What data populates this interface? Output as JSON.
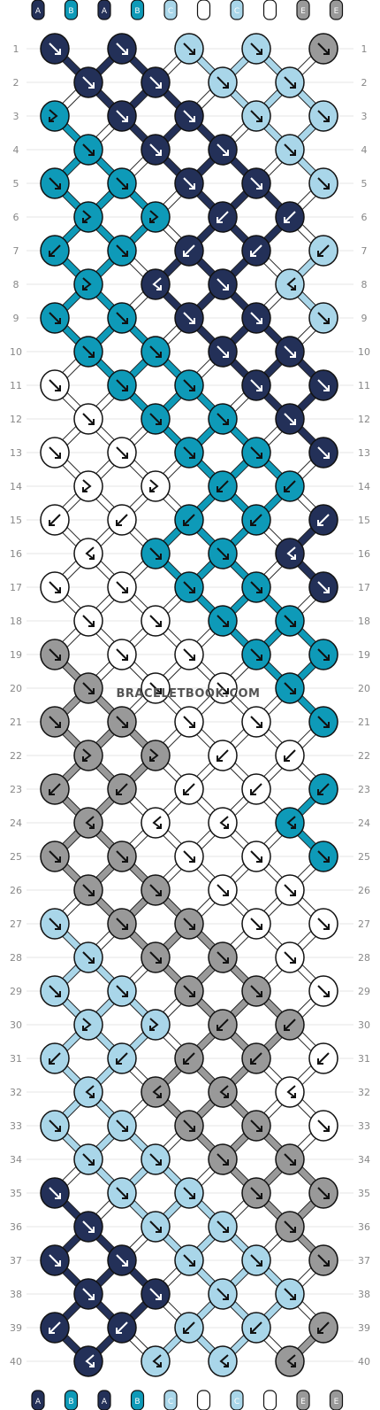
{
  "watermark": "BRACELETBOOK.COM",
  "colors": {
    "A": "#233058",
    "B": "#0e9ab8",
    "C": "#a9d6e9",
    "D": "#ffffff",
    "E": "#999999"
  },
  "columns_top": [
    "A",
    "B",
    "A",
    "B",
    "C",
    "D",
    "C",
    "D",
    "E",
    "E"
  ],
  "columns_bottom": [
    "A",
    "B",
    "A",
    "B",
    "C",
    "D",
    "C",
    "D",
    "E",
    "E"
  ],
  "rows": 40,
  "knots": [
    {
      "r": 1,
      "pos": 0,
      "c": "A",
      "d": "f"
    },
    {
      "r": 1,
      "pos": 2,
      "c": "A",
      "d": "f"
    },
    {
      "r": 1,
      "pos": 4,
      "c": "C",
      "d": "f"
    },
    {
      "r": 1,
      "pos": 6,
      "c": "C",
      "d": "f"
    },
    {
      "r": 1,
      "pos": 8,
      "c": "E",
      "d": "f"
    },
    {
      "r": 2,
      "pos": 1,
      "c": "A",
      "d": "f"
    },
    {
      "r": 2,
      "pos": 3,
      "c": "A",
      "d": "f"
    },
    {
      "r": 2,
      "pos": 5,
      "c": "C",
      "d": "f"
    },
    {
      "r": 2,
      "pos": 7,
      "c": "C",
      "d": "f"
    },
    {
      "r": 3,
      "pos": 0,
      "c": "B",
      "d": "fb"
    },
    {
      "r": 3,
      "pos": 2,
      "c": "A",
      "d": "f"
    },
    {
      "r": 3,
      "pos": 4,
      "c": "A",
      "d": "f"
    },
    {
      "r": 3,
      "pos": 6,
      "c": "C",
      "d": "f"
    },
    {
      "r": 3,
      "pos": 8,
      "c": "C",
      "d": "f"
    },
    {
      "r": 4,
      "pos": 1,
      "c": "B",
      "d": "f"
    },
    {
      "r": 4,
      "pos": 3,
      "c": "A",
      "d": "f"
    },
    {
      "r": 4,
      "pos": 5,
      "c": "A",
      "d": "f"
    },
    {
      "r": 4,
      "pos": 7,
      "c": "C",
      "d": "f"
    },
    {
      "r": 5,
      "pos": 0,
      "c": "B",
      "d": "f"
    },
    {
      "r": 5,
      "pos": 2,
      "c": "B",
      "d": "f"
    },
    {
      "r": 5,
      "pos": 4,
      "c": "A",
      "d": "f"
    },
    {
      "r": 5,
      "pos": 6,
      "c": "A",
      "d": "f"
    },
    {
      "r": 5,
      "pos": 8,
      "c": "C",
      "d": "f"
    },
    {
      "r": 6,
      "pos": 1,
      "c": "B",
      "d": "fb"
    },
    {
      "r": 6,
      "pos": 3,
      "c": "B",
      "d": "fb"
    },
    {
      "r": 6,
      "pos": 5,
      "c": "A",
      "d": "b"
    },
    {
      "r": 6,
      "pos": 7,
      "c": "A",
      "d": "b"
    },
    {
      "r": 7,
      "pos": 0,
      "c": "B",
      "d": "b"
    },
    {
      "r": 7,
      "pos": 2,
      "c": "B",
      "d": "f"
    },
    {
      "r": 7,
      "pos": 4,
      "c": "A",
      "d": "b"
    },
    {
      "r": 7,
      "pos": 6,
      "c": "A",
      "d": "b"
    },
    {
      "r": 7,
      "pos": 8,
      "c": "C",
      "d": "b"
    },
    {
      "r": 8,
      "pos": 1,
      "c": "B",
      "d": "fb"
    },
    {
      "r": 8,
      "pos": 3,
      "c": "A",
      "d": "bf"
    },
    {
      "r": 8,
      "pos": 5,
      "c": "A",
      "d": "f"
    },
    {
      "r": 8,
      "pos": 7,
      "c": "C",
      "d": "bf"
    },
    {
      "r": 9,
      "pos": 0,
      "c": "B",
      "d": "f"
    },
    {
      "r": 9,
      "pos": 2,
      "c": "B",
      "d": "f"
    },
    {
      "r": 9,
      "pos": 4,
      "c": "A",
      "d": "f"
    },
    {
      "r": 9,
      "pos": 6,
      "c": "A",
      "d": "f"
    },
    {
      "r": 9,
      "pos": 8,
      "c": "C",
      "d": "f"
    },
    {
      "r": 10,
      "pos": 1,
      "c": "B",
      "d": "f"
    },
    {
      "r": 10,
      "pos": 3,
      "c": "B",
      "d": "f"
    },
    {
      "r": 10,
      "pos": 5,
      "c": "A",
      "d": "f"
    },
    {
      "r": 10,
      "pos": 7,
      "c": "A",
      "d": "f"
    },
    {
      "r": 11,
      "pos": 0,
      "c": "D",
      "d": "f"
    },
    {
      "r": 11,
      "pos": 2,
      "c": "B",
      "d": "f"
    },
    {
      "r": 11,
      "pos": 4,
      "c": "B",
      "d": "f"
    },
    {
      "r": 11,
      "pos": 6,
      "c": "A",
      "d": "f"
    },
    {
      "r": 11,
      "pos": 8,
      "c": "A",
      "d": "f"
    },
    {
      "r": 12,
      "pos": 1,
      "c": "D",
      "d": "f"
    },
    {
      "r": 12,
      "pos": 3,
      "c": "B",
      "d": "f"
    },
    {
      "r": 12,
      "pos": 5,
      "c": "B",
      "d": "f"
    },
    {
      "r": 12,
      "pos": 7,
      "c": "A",
      "d": "f"
    },
    {
      "r": 13,
      "pos": 0,
      "c": "D",
      "d": "f"
    },
    {
      "r": 13,
      "pos": 2,
      "c": "D",
      "d": "f"
    },
    {
      "r": 13,
      "pos": 4,
      "c": "B",
      "d": "f"
    },
    {
      "r": 13,
      "pos": 6,
      "c": "B",
      "d": "f"
    },
    {
      "r": 13,
      "pos": 8,
      "c": "A",
      "d": "f"
    },
    {
      "r": 14,
      "pos": 1,
      "c": "D",
      "d": "fb"
    },
    {
      "r": 14,
      "pos": 3,
      "c": "D",
      "d": "fb"
    },
    {
      "r": 14,
      "pos": 5,
      "c": "B",
      "d": "b"
    },
    {
      "r": 14,
      "pos": 7,
      "c": "B",
      "d": "b"
    },
    {
      "r": 15,
      "pos": 0,
      "c": "D",
      "d": "b"
    },
    {
      "r": 15,
      "pos": 2,
      "c": "D",
      "d": "b"
    },
    {
      "r": 15,
      "pos": 4,
      "c": "B",
      "d": "b"
    },
    {
      "r": 15,
      "pos": 6,
      "c": "B",
      "d": "b"
    },
    {
      "r": 15,
      "pos": 8,
      "c": "A",
      "d": "b"
    },
    {
      "r": 16,
      "pos": 1,
      "c": "D",
      "d": "bf"
    },
    {
      "r": 16,
      "pos": 3,
      "c": "B",
      "d": "f"
    },
    {
      "r": 16,
      "pos": 5,
      "c": "B",
      "d": "f"
    },
    {
      "r": 16,
      "pos": 7,
      "c": "A",
      "d": "bf"
    },
    {
      "r": 17,
      "pos": 0,
      "c": "D",
      "d": "f"
    },
    {
      "r": 17,
      "pos": 2,
      "c": "D",
      "d": "f"
    },
    {
      "r": 17,
      "pos": 4,
      "c": "B",
      "d": "f"
    },
    {
      "r": 17,
      "pos": 6,
      "c": "B",
      "d": "f"
    },
    {
      "r": 17,
      "pos": 8,
      "c": "A",
      "d": "f"
    },
    {
      "r": 18,
      "pos": 1,
      "c": "D",
      "d": "f"
    },
    {
      "r": 18,
      "pos": 3,
      "c": "D",
      "d": "f"
    },
    {
      "r": 18,
      "pos": 5,
      "c": "B",
      "d": "f"
    },
    {
      "r": 18,
      "pos": 7,
      "c": "B",
      "d": "f"
    },
    {
      "r": 19,
      "pos": 0,
      "c": "E",
      "d": "f"
    },
    {
      "r": 19,
      "pos": 2,
      "c": "D",
      "d": "f"
    },
    {
      "r": 19,
      "pos": 4,
      "c": "D",
      "d": "f"
    },
    {
      "r": 19,
      "pos": 6,
      "c": "B",
      "d": "f"
    },
    {
      "r": 19,
      "pos": 8,
      "c": "B",
      "d": "f"
    },
    {
      "r": 20,
      "pos": 1,
      "c": "E",
      "d": "f"
    },
    {
      "r": 20,
      "pos": 3,
      "c": "D",
      "d": "f"
    },
    {
      "r": 20,
      "pos": 5,
      "c": "D",
      "d": "f"
    },
    {
      "r": 20,
      "pos": 7,
      "c": "B",
      "d": "f"
    },
    {
      "r": 21,
      "pos": 0,
      "c": "E",
      "d": "f"
    },
    {
      "r": 21,
      "pos": 2,
      "c": "E",
      "d": "f"
    },
    {
      "r": 21,
      "pos": 4,
      "c": "D",
      "d": "f"
    },
    {
      "r": 21,
      "pos": 6,
      "c": "D",
      "d": "f"
    },
    {
      "r": 21,
      "pos": 8,
      "c": "B",
      "d": "f"
    },
    {
      "r": 22,
      "pos": 1,
      "c": "E",
      "d": "fb"
    },
    {
      "r": 22,
      "pos": 3,
      "c": "E",
      "d": "fb"
    },
    {
      "r": 22,
      "pos": 5,
      "c": "D",
      "d": "b"
    },
    {
      "r": 22,
      "pos": 7,
      "c": "D",
      "d": "b"
    },
    {
      "r": 23,
      "pos": 0,
      "c": "E",
      "d": "b"
    },
    {
      "r": 23,
      "pos": 2,
      "c": "E",
      "d": "b"
    },
    {
      "r": 23,
      "pos": 4,
      "c": "D",
      "d": "b"
    },
    {
      "r": 23,
      "pos": 6,
      "c": "D",
      "d": "b"
    },
    {
      "r": 23,
      "pos": 8,
      "c": "B",
      "d": "b"
    },
    {
      "r": 24,
      "pos": 1,
      "c": "E",
      "d": "bf"
    },
    {
      "r": 24,
      "pos": 3,
      "c": "D",
      "d": "bf"
    },
    {
      "r": 24,
      "pos": 5,
      "c": "D",
      "d": "bf"
    },
    {
      "r": 24,
      "pos": 7,
      "c": "B",
      "d": "bf"
    },
    {
      "r": 25,
      "pos": 0,
      "c": "E",
      "d": "f"
    },
    {
      "r": 25,
      "pos": 2,
      "c": "E",
      "d": "f"
    },
    {
      "r": 25,
      "pos": 4,
      "c": "D",
      "d": "f"
    },
    {
      "r": 25,
      "pos": 6,
      "c": "D",
      "d": "f"
    },
    {
      "r": 25,
      "pos": 8,
      "c": "B",
      "d": "f"
    },
    {
      "r": 26,
      "pos": 1,
      "c": "E",
      "d": "f"
    },
    {
      "r": 26,
      "pos": 3,
      "c": "E",
      "d": "f"
    },
    {
      "r": 26,
      "pos": 5,
      "c": "D",
      "d": "f"
    },
    {
      "r": 26,
      "pos": 7,
      "c": "D",
      "d": "f"
    },
    {
      "r": 27,
      "pos": 0,
      "c": "C",
      "d": "f"
    },
    {
      "r": 27,
      "pos": 2,
      "c": "E",
      "d": "f"
    },
    {
      "r": 27,
      "pos": 4,
      "c": "E",
      "d": "f"
    },
    {
      "r": 27,
      "pos": 6,
      "c": "D",
      "d": "f"
    },
    {
      "r": 27,
      "pos": 8,
      "c": "D",
      "d": "f"
    },
    {
      "r": 28,
      "pos": 1,
      "c": "C",
      "d": "f"
    },
    {
      "r": 28,
      "pos": 3,
      "c": "E",
      "d": "f"
    },
    {
      "r": 28,
      "pos": 5,
      "c": "E",
      "d": "f"
    },
    {
      "r": 28,
      "pos": 7,
      "c": "D",
      "d": "f"
    },
    {
      "r": 29,
      "pos": 0,
      "c": "C",
      "d": "f"
    },
    {
      "r": 29,
      "pos": 2,
      "c": "C",
      "d": "f"
    },
    {
      "r": 29,
      "pos": 4,
      "c": "E",
      "d": "f"
    },
    {
      "r": 29,
      "pos": 6,
      "c": "E",
      "d": "f"
    },
    {
      "r": 29,
      "pos": 8,
      "c": "D",
      "d": "f"
    },
    {
      "r": 30,
      "pos": 1,
      "c": "C",
      "d": "fb"
    },
    {
      "r": 30,
      "pos": 3,
      "c": "C",
      "d": "fb"
    },
    {
      "r": 30,
      "pos": 5,
      "c": "E",
      "d": "b"
    },
    {
      "r": 30,
      "pos": 7,
      "c": "E",
      "d": "b"
    },
    {
      "r": 31,
      "pos": 0,
      "c": "C",
      "d": "b"
    },
    {
      "r": 31,
      "pos": 2,
      "c": "C",
      "d": "b"
    },
    {
      "r": 31,
      "pos": 4,
      "c": "E",
      "d": "b"
    },
    {
      "r": 31,
      "pos": 6,
      "c": "E",
      "d": "b"
    },
    {
      "r": 31,
      "pos": 8,
      "c": "D",
      "d": "b"
    },
    {
      "r": 32,
      "pos": 1,
      "c": "C",
      "d": "bf"
    },
    {
      "r": 32,
      "pos": 3,
      "c": "E",
      "d": "bf"
    },
    {
      "r": 32,
      "pos": 5,
      "c": "E",
      "d": "bf"
    },
    {
      "r": 32,
      "pos": 7,
      "c": "D",
      "d": "bf"
    },
    {
      "r": 33,
      "pos": 0,
      "c": "C",
      "d": "f"
    },
    {
      "r": 33,
      "pos": 2,
      "c": "C",
      "d": "f"
    },
    {
      "r": 33,
      "pos": 4,
      "c": "E",
      "d": "f"
    },
    {
      "r": 33,
      "pos": 6,
      "c": "E",
      "d": "f"
    },
    {
      "r": 33,
      "pos": 8,
      "c": "D",
      "d": "f"
    },
    {
      "r": 34,
      "pos": 1,
      "c": "C",
      "d": "f"
    },
    {
      "r": 34,
      "pos": 3,
      "c": "C",
      "d": "f"
    },
    {
      "r": 34,
      "pos": 5,
      "c": "E",
      "d": "f"
    },
    {
      "r": 34,
      "pos": 7,
      "c": "E",
      "d": "f"
    },
    {
      "r": 35,
      "pos": 0,
      "c": "A",
      "d": "f"
    },
    {
      "r": 35,
      "pos": 2,
      "c": "C",
      "d": "f"
    },
    {
      "r": 35,
      "pos": 4,
      "c": "C",
      "d": "f"
    },
    {
      "r": 35,
      "pos": 6,
      "c": "E",
      "d": "f"
    },
    {
      "r": 35,
      "pos": 8,
      "c": "E",
      "d": "f"
    },
    {
      "r": 36,
      "pos": 1,
      "c": "A",
      "d": "f"
    },
    {
      "r": 36,
      "pos": 3,
      "c": "C",
      "d": "f"
    },
    {
      "r": 36,
      "pos": 5,
      "c": "C",
      "d": "f"
    },
    {
      "r": 36,
      "pos": 7,
      "c": "E",
      "d": "f"
    },
    {
      "r": 37,
      "pos": 0,
      "c": "A",
      "d": "f"
    },
    {
      "r": 37,
      "pos": 2,
      "c": "A",
      "d": "f"
    },
    {
      "r": 37,
      "pos": 4,
      "c": "C",
      "d": "f"
    },
    {
      "r": 37,
      "pos": 6,
      "c": "C",
      "d": "f"
    },
    {
      "r": 37,
      "pos": 8,
      "c": "E",
      "d": "f"
    },
    {
      "r": 38,
      "pos": 1,
      "c": "A",
      "d": "f"
    },
    {
      "r": 38,
      "pos": 3,
      "c": "A",
      "d": "f"
    },
    {
      "r": 38,
      "pos": 5,
      "c": "C",
      "d": "f"
    },
    {
      "r": 38,
      "pos": 7,
      "c": "C",
      "d": "f"
    },
    {
      "r": 39,
      "pos": 0,
      "c": "A",
      "d": "b"
    },
    {
      "r": 39,
      "pos": 2,
      "c": "A",
      "d": "b"
    },
    {
      "r": 39,
      "pos": 4,
      "c": "C",
      "d": "b"
    },
    {
      "r": 39,
      "pos": 6,
      "c": "C",
      "d": "b"
    },
    {
      "r": 39,
      "pos": 8,
      "c": "E",
      "d": "b"
    },
    {
      "r": 40,
      "pos": 1,
      "c": "A",
      "d": "bf"
    },
    {
      "r": 40,
      "pos": 3,
      "c": "C",
      "d": "bf"
    },
    {
      "r": 40,
      "pos": 5,
      "c": "C",
      "d": "bf"
    },
    {
      "r": 40,
      "pos": 7,
      "c": "E",
      "d": "bf"
    }
  ]
}
